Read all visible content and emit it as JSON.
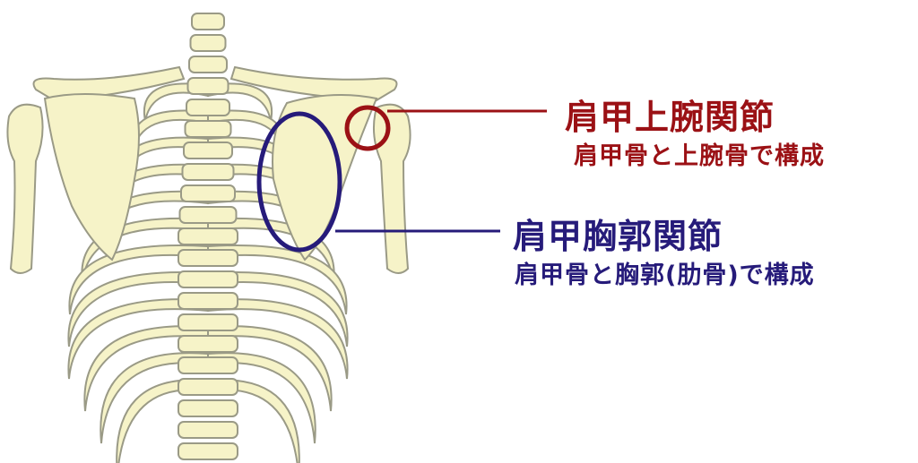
{
  "labels": {
    "glenohumeral": {
      "title": "肩甲上腕関節",
      "subtitle": "肩甲骨と上腕骨で構成",
      "color": "#9b1115"
    },
    "scapulothoracic": {
      "title": "肩甲胸郭関節",
      "subtitle": "肩甲骨と胸郭(肋骨)で構成",
      "color": "#261b7a"
    }
  },
  "colors": {
    "bone": "#f6f3c8",
    "bone_outline": "#9a9a86"
  }
}
